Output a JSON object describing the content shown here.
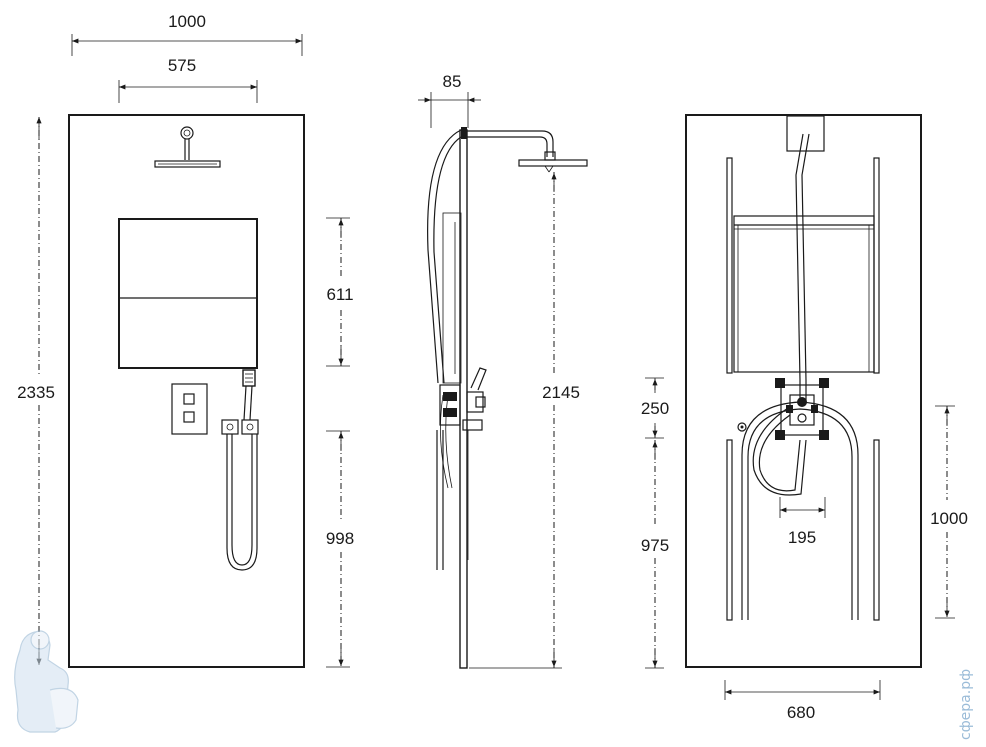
{
  "front_view": {
    "dimensions": {
      "width_total": "1000",
      "width_head": "575",
      "height_total": "2335",
      "niche_height": "611",
      "lower_height": "998"
    }
  },
  "side_view": {
    "dimensions": {
      "depth": "85",
      "head_height": "2145"
    }
  },
  "back_view": {
    "dimensions": {
      "mixer_height": "250",
      "mixer_from_floor": "975",
      "mixer_width": "195",
      "hose_from_floor": "1000",
      "rail_spacing": "680"
    }
  },
  "watermark": "сфера.рф",
  "colors": {
    "line": "#1a1a1a",
    "watermark": "#9bbcd8"
  }
}
